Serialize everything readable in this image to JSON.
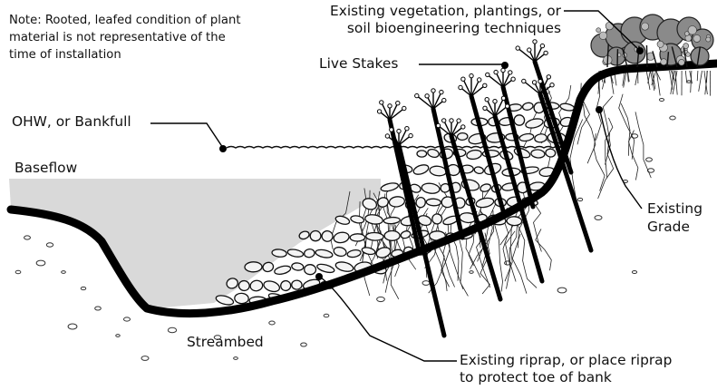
{
  "labels": {
    "note": [
      "Note: Rooted, leafed condition of plant",
      "material is not representative of the",
      "time of installation"
    ],
    "vegetation": [
      "Existing vegetation, plantings, or",
      "soil bioengineering techniques"
    ],
    "live_stakes": "Live  Stakes",
    "ohw": "OHW, or Bankfull",
    "baseflow": "Baseflow",
    "existing_grade": [
      "Existing",
      "Grade"
    ],
    "streambed": "Streambed",
    "riprap": [
      "Existing riprap, or place riprap",
      "to protect toe of bank"
    ]
  },
  "colors": {
    "ink": "#111111",
    "water": "#d9d9d9",
    "rock_fill": "#f4f4f4",
    "foliage": "#8a8a8a"
  }
}
